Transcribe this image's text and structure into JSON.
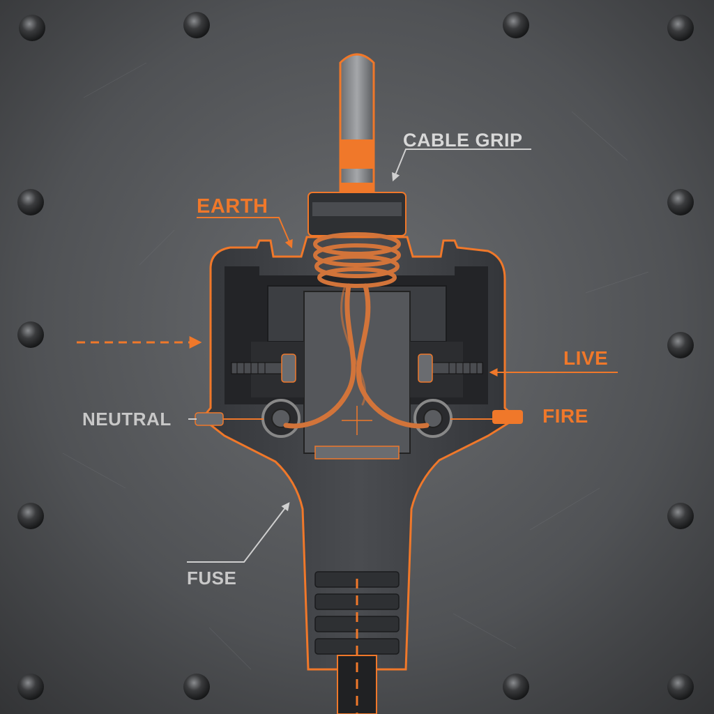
{
  "labels": {
    "cable_grip": "CABLE GRIP",
    "earth": "EARTH",
    "live": "LIVE",
    "neutral": "NEUTRAL",
    "fire": "FIRE",
    "fuse": "FUSE"
  },
  "colors": {
    "accent": "#f0782a",
    "metal_panel": "#55575a",
    "plug_body": "#3e4043",
    "label_gray": "#c8c8c8",
    "copper": "#d2743a",
    "rivet": "#2c2d2f"
  },
  "icons": [
    "rivet-icon",
    "screw-icon",
    "arrow-icon",
    "crosshair-icon"
  ]
}
